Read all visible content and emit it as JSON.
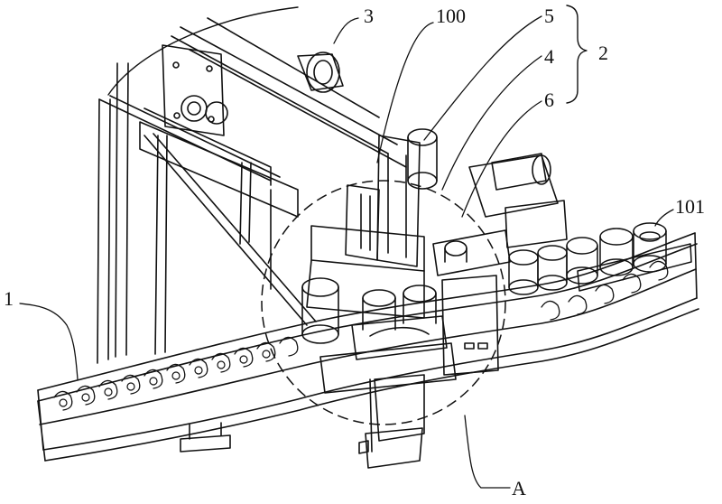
{
  "figure": {
    "title": "Sorting conveyor with pick-and-place mechanism (patent drawing)",
    "labels": {
      "l1": "1",
      "l2": "2",
      "l3": "3",
      "l4": "4",
      "l5": "5",
      "l6": "6",
      "l100": "100",
      "l101": "101",
      "lA": "A"
    }
  }
}
